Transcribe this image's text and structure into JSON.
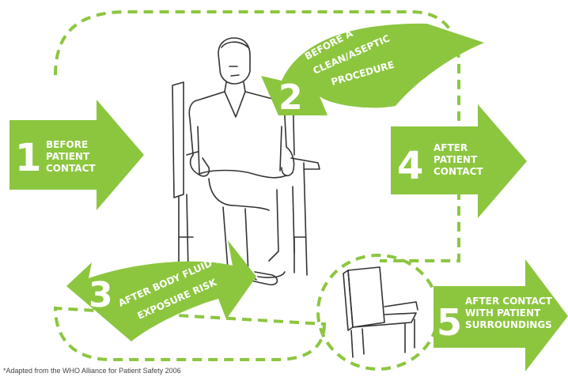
{
  "colors": {
    "arrow": "#8cc63f",
    "dash": "#8cc63f",
    "text_on_arrow": "#ffffff",
    "line_art": "#333333"
  },
  "moments": [
    {
      "number": "1",
      "lines": [
        "BEFORE",
        "PATIENT",
        "CONTACT"
      ]
    },
    {
      "number": "2",
      "lines": [
        "BEFORE A",
        "CLEAN/ASEPTIC",
        "PROCEDURE"
      ]
    },
    {
      "number": "3",
      "lines": [
        "AFTER BODY FLUID",
        "EXPOSURE RISK"
      ]
    },
    {
      "number": "4",
      "lines": [
        "AFTER",
        "PATIENT",
        "CONTACT"
      ]
    },
    {
      "number": "5",
      "lines": [
        "AFTER CONTACT",
        "WITH PATIENT",
        "SURROUNDINGS"
      ]
    }
  ],
  "icons": {
    "patient": "seated-patient-illustration",
    "chair": "empty-chair-illustration"
  },
  "footnote": "*Adapted from the WHO Alliance for Patient Safety 2006"
}
